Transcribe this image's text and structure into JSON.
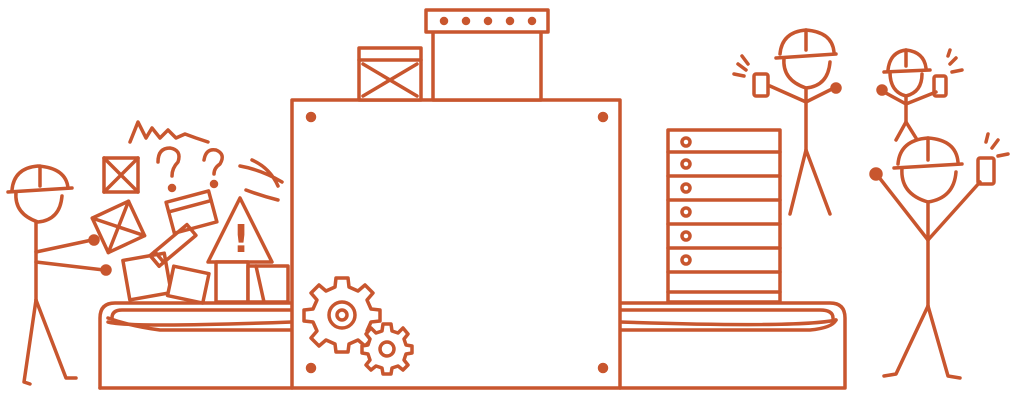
{
  "illustration": {
    "stroke_color": "#C8562E",
    "background": "#FFFFFF",
    "style": "hand-drawn line art",
    "subjects": [
      "worker-left-loading",
      "conveyor-belt",
      "processing-machine",
      "gears",
      "messy-boxes-and-question-marks",
      "warning-sign",
      "server-rack-output",
      "workers-right-celebrating-with-phones"
    ]
  },
  "text": {
    "question_mark": "?",
    "warning_mark": "!"
  }
}
